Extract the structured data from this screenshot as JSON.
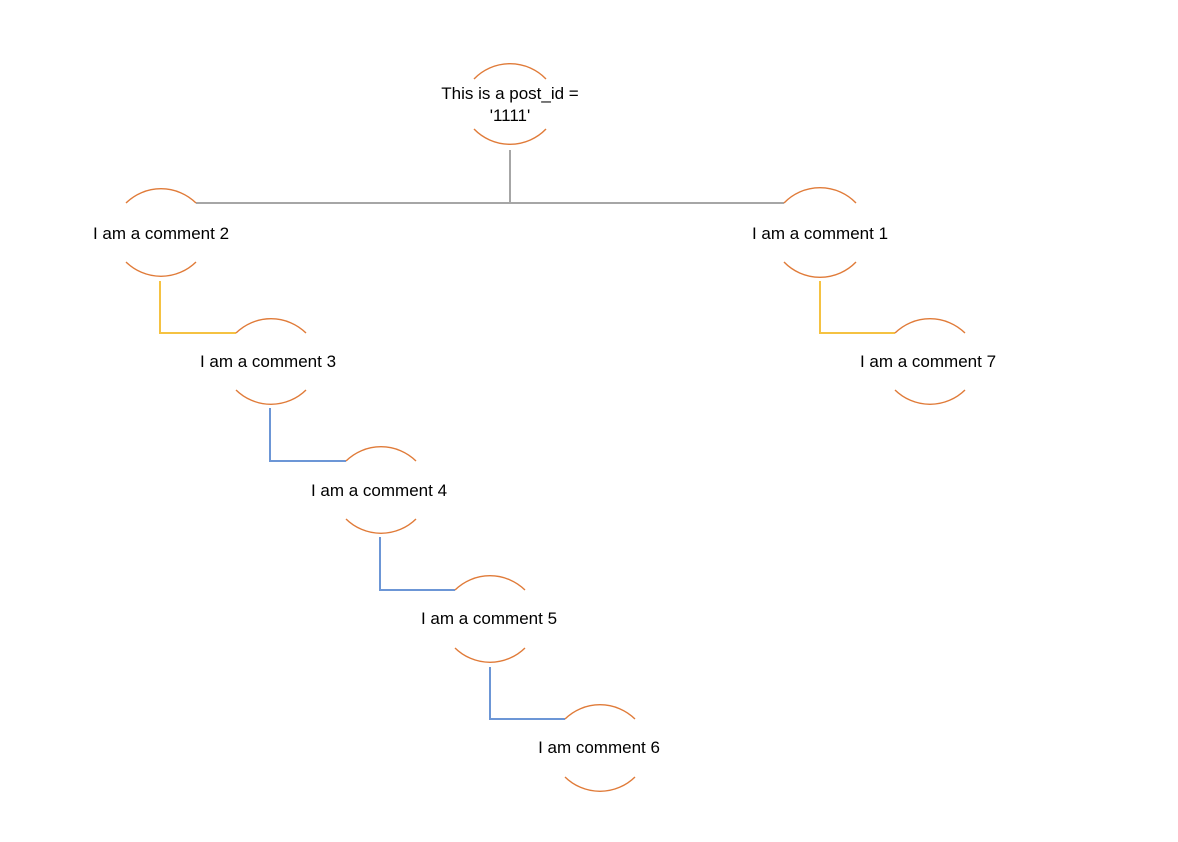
{
  "colors": {
    "node_outline": "#E07B39",
    "root_connector": "#A6A6A6",
    "yellow_connector": "#F5C242",
    "blue_connector": "#6C96D6"
  },
  "nodes": {
    "root": {
      "line1": "This is a  post_id =",
      "line2": "'1111'"
    },
    "comment2": {
      "label": "I am a comment 2"
    },
    "comment1": {
      "label": "I am a comment 1"
    },
    "comment3": {
      "label": "I am a comment 3"
    },
    "comment7": {
      "label": "I am a comment 7"
    },
    "comment4": {
      "label": "I am a comment 4"
    },
    "comment5": {
      "label": "I am a comment 5"
    },
    "comment6": {
      "label": "I am comment 6"
    }
  }
}
